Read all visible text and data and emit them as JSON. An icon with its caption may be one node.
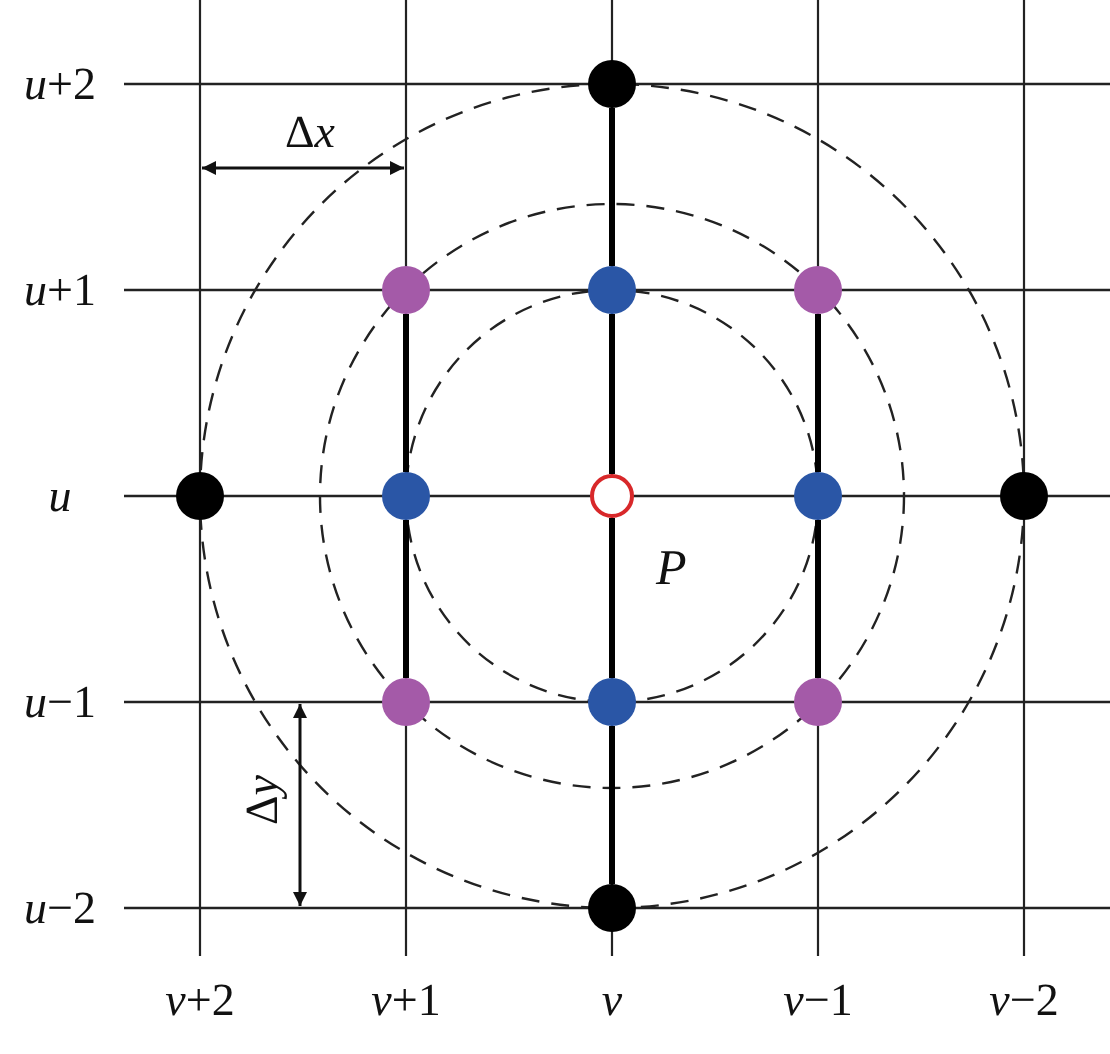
{
  "diagram": {
    "nodes": [
      {
        "text": [],
        "shape": "circle"
      },
      {
        "text": [],
        "shape": "circle"
      },
      {
        "text": [],
        "shape": "circle"
      },
      {
        "text": [],
        "shape": "circle"
      },
      {
        "text": [],
        "shape": "circle"
      },
      {
        "text": [],
        "shape": "circle"
      },
      {
        "text": [],
        "shape": "circle",
        "beside": [
          "P"
        ]
      },
      {
        "text": [],
        "shape": "circle"
      },
      {
        "text": [],
        "shape": "circle"
      },
      {
        "text": [],
        "shape": "circle"
      },
      {
        "text": [],
        "shape": "circle"
      },
      {
        "text": [],
        "shape": "circle"
      },
      {
        "text": [],
        "shape": "circle"
      }
    ],
    "edges": [
      {
        "from": 0,
        "to": 2,
        "arrow": "none"
      },
      {
        "from": 2,
        "to": 6,
        "arrow": "none"
      },
      {
        "from": 6,
        "to": 10,
        "arrow": "none"
      },
      {
        "from": 10,
        "to": 12,
        "arrow": "none"
      },
      {
        "from": 1,
        "to": 5,
        "arrow": "none"
      },
      {
        "from": 5,
        "to": 9,
        "arrow": "none"
      },
      {
        "from": 3,
        "to": 7,
        "arrow": "none"
      },
      {
        "from": 7,
        "to": 11,
        "arrow": "none"
      }
    ],
    "labels": [
      "*u*+2",
      "Δx",
      "*u*+1",
      "*u*",
      "*u*−1",
      "Δy",
      "*u*−2",
      "*v*+2",
      "*v*+1",
      "*v*",
      "*v*−1",
      "*v*−2"
    ]
  }
}
